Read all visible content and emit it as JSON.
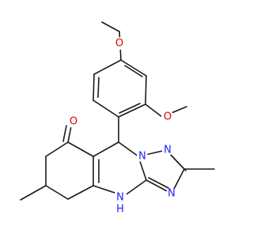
{
  "molecule": {
    "atoms": {
      "ome_top_o": "O",
      "ome_side_o": "O",
      "ketone_o": "O",
      "n_a": "N",
      "n_b": "N",
      "n_c": "N",
      "nh_n": "N",
      "nh_h": "H"
    },
    "colors": {
      "bond": "#1a1a1a",
      "oxygen": "#e00000",
      "nitrogen": "#2020ff"
    }
  }
}
